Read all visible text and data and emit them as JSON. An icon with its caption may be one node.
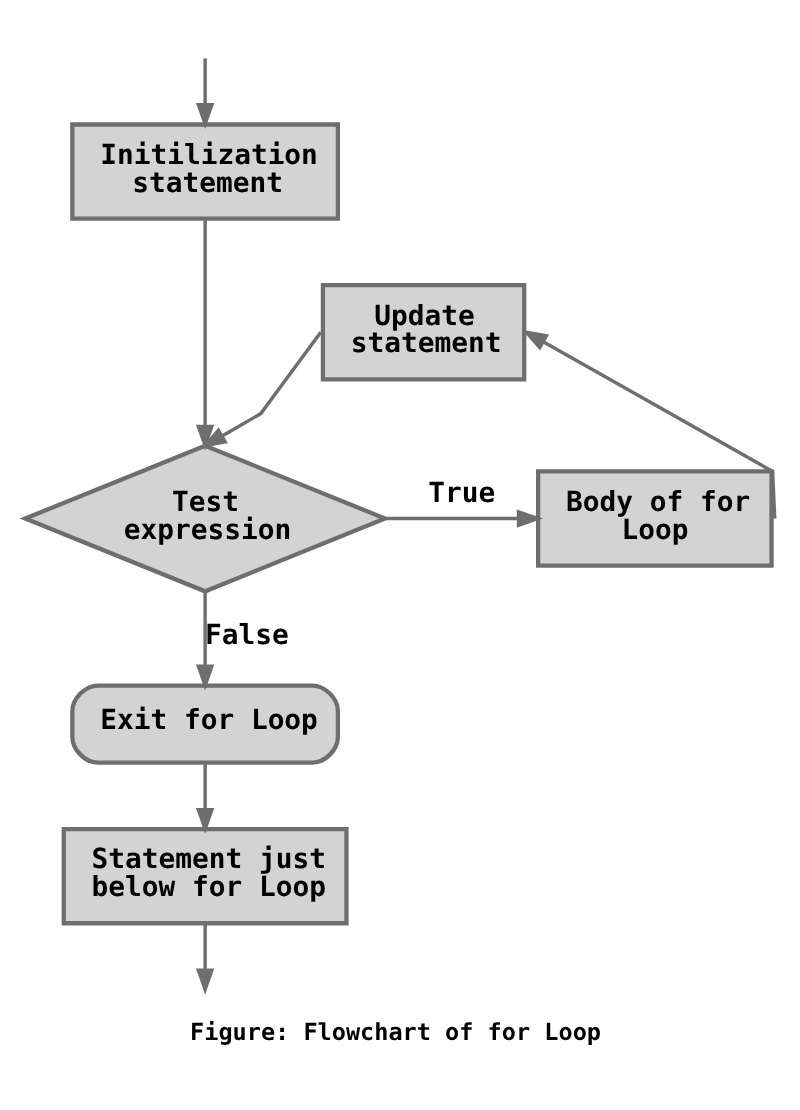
{
  "diagram": {
    "caption": "Figure: Flowchart of for Loop",
    "nodes": [
      {
        "text": [
          "Initilization statement"
        ]
      },
      {
        "text": [
          "Update statement"
        ]
      },
      {
        "text": [
          "Test expression"
        ]
      },
      {
        "text": [
          "Body of for Loop"
        ]
      },
      {
        "text": [
          "Exit for Loop"
        ]
      },
      {
        "text": [
          "Statement just below for Loop"
        ]
      }
    ],
    "edges": [
      {
        "from": null,
        "to": 0,
        "arrow": "to"
      },
      {
        "from": 0,
        "to": 2,
        "arrow": "to"
      },
      {
        "from": 1,
        "to": 2,
        "arrow": "to"
      },
      {
        "from": 2,
        "to": 3,
        "arrow": "to",
        "label": "True"
      },
      {
        "from": 3,
        "to": 1,
        "arrow": "to"
      },
      {
        "from": 2,
        "to": 4,
        "arrow": "to",
        "label": "False"
      },
      {
        "from": 4,
        "to": 5,
        "arrow": "to"
      },
      {
        "from": 5,
        "to": null,
        "arrow": "to"
      }
    ]
  }
}
